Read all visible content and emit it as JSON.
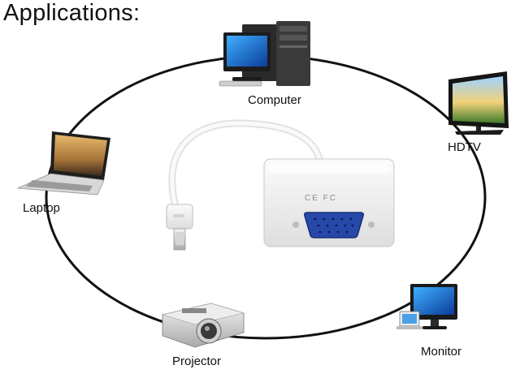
{
  "title": "Applications:",
  "devices": {
    "computer": {
      "label": "Computer",
      "icon": "desktop-computer-icon"
    },
    "hdtv": {
      "label": "HDTV",
      "icon": "flat-tv-icon"
    },
    "laptop": {
      "label": "Laptop",
      "icon": "laptop-icon"
    },
    "monitor": {
      "label": "Monitor",
      "icon": "lcd-monitor-icon"
    },
    "projector": {
      "label": "Projector",
      "icon": "projector-icon"
    }
  },
  "adapter": {
    "name": "mini-displayport-to-vga-adapter",
    "markings": "CE FC"
  },
  "colors": {
    "ring": "#111111",
    "adapter_body": "#f2f2f2",
    "vga_port": "#2748a8"
  }
}
